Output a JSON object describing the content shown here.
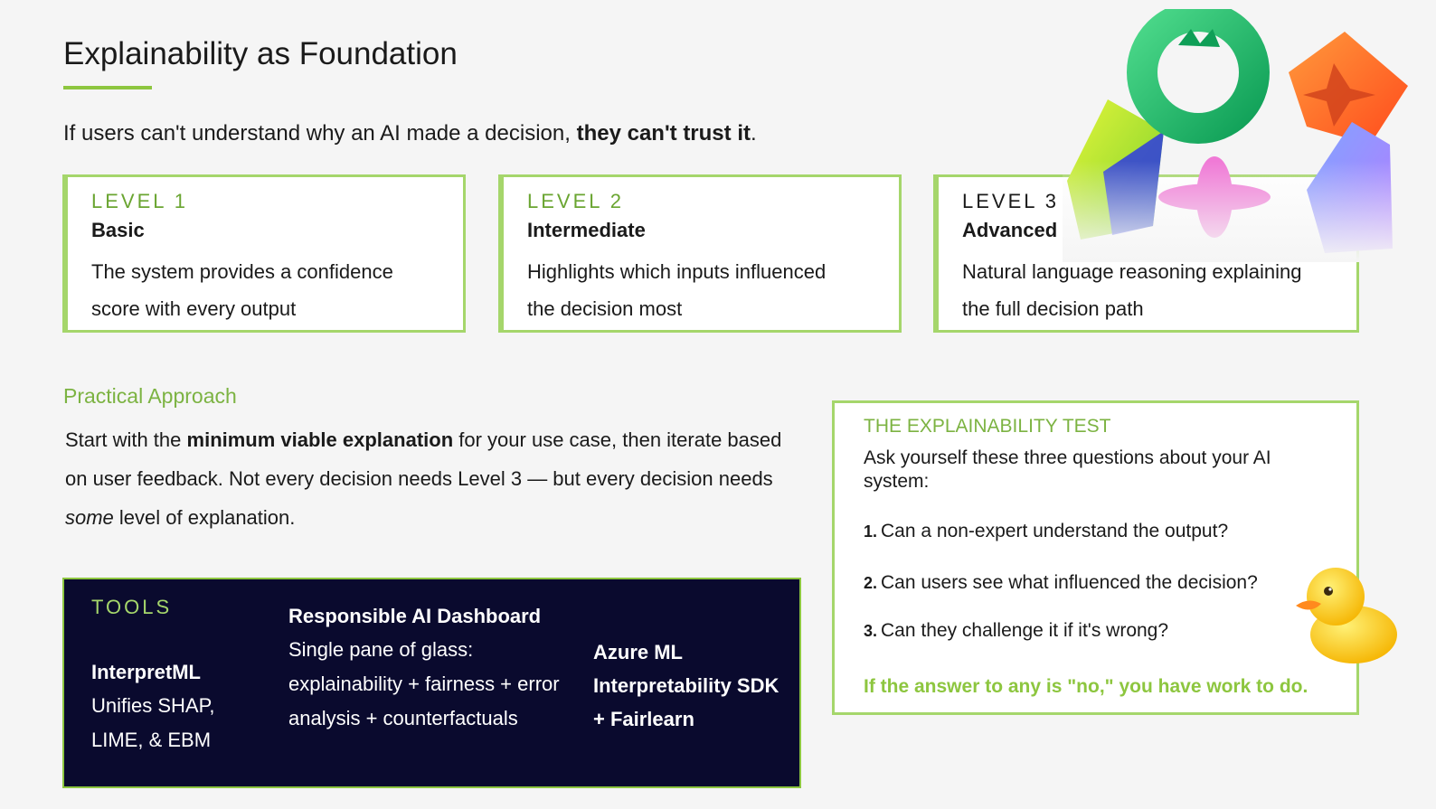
{
  "header": {
    "title": "Explainability as Foundation",
    "lede_prefix": "If users can't understand why an AI made a decision, ",
    "lede_bold": "they can't trust it",
    "lede_suffix": "."
  },
  "levels": [
    {
      "level": "LEVEL 1",
      "name": "Basic",
      "desc_line1": "The system provides a confidence",
      "desc_line2": "score with every output"
    },
    {
      "level": "LEVEL 2",
      "name": "Intermediate",
      "desc_line1": "Highlights which inputs influenced",
      "desc_line2": "the decision most"
    },
    {
      "level": "LEVEL 3",
      "name": "Advanced",
      "desc_line1": "Natural language reasoning explaining",
      "desc_line2": "the full decision path"
    }
  ],
  "practical": {
    "heading": "Practical Approach",
    "p1": "Start with the ",
    "p1_bold": "minimum viable explanation",
    "p2": " for your use case, then iterate based on user feedback. Not every decision needs Level 3 — but every decision needs ",
    "p2_em": "some",
    "p3": " level of explanation."
  },
  "tools": {
    "heading": "TOOLS",
    "items": [
      {
        "name": "InterpretML",
        "desc": "Unifies SHAP, LIME, & EBM"
      },
      {
        "name": "Responsible AI Dashboard",
        "desc": "Single pane of glass: explainability + fairness + error analysis + counterfactuals"
      },
      {
        "name": "Azure ML Interpretability SDK + Fairlearn",
        "desc": ""
      }
    ]
  },
  "test": {
    "heading": "THE EXPLAINABILITY TEST",
    "intro": "Ask yourself these three questions about your AI system:",
    "questions": [
      {
        "num": "1.",
        "text": "Can a non-expert understand the output?"
      },
      {
        "num": "2.",
        "text": "Can users see what influenced the decision?"
      },
      {
        "num": "3.",
        "text": "Can they challenge it if it's wrong?"
      }
    ],
    "verdict": "If the answer to any is \"no,\" you have work to do."
  },
  "colors": {
    "accent": "#8dc63f",
    "accent_text": "#7cb342",
    "tools_bg": "#0a0a2e"
  },
  "icons": {
    "decoration": "github-copilot-logo-cluster",
    "duck": "rubber-duck-icon"
  }
}
